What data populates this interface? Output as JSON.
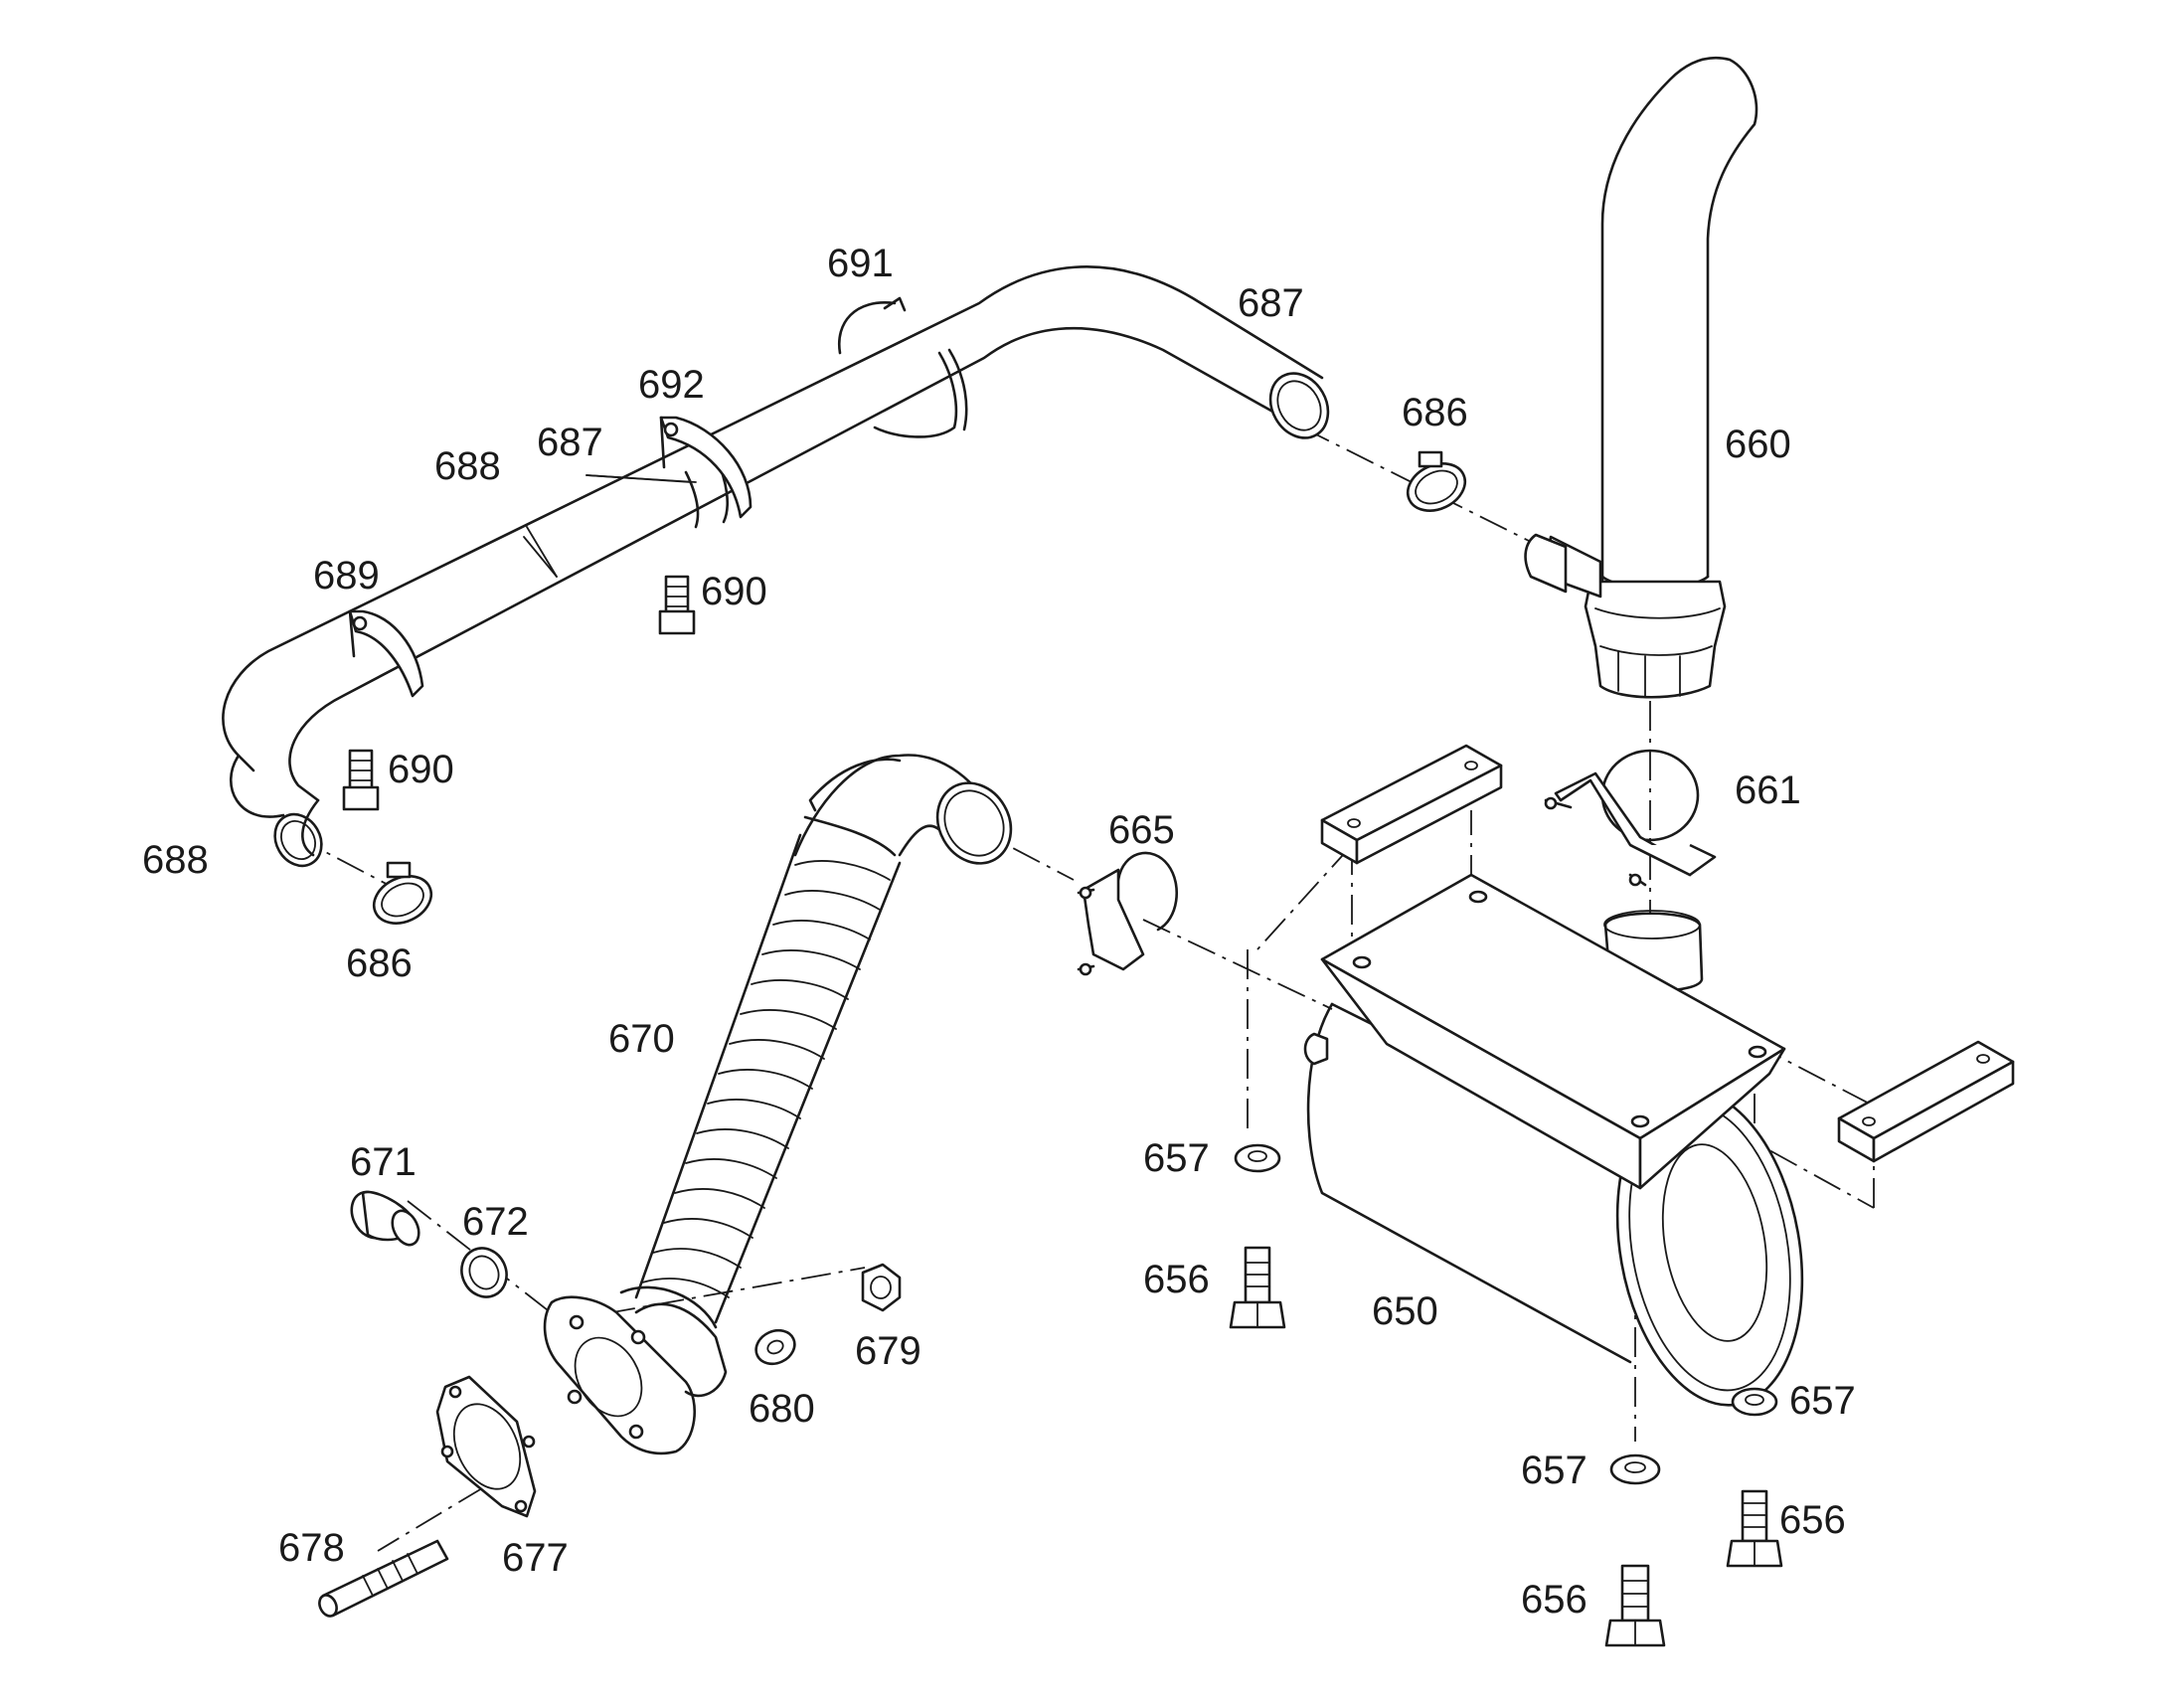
{
  "labels": {
    "l691": "691",
    "l687a": "687",
    "l692": "692",
    "l687b": "687",
    "l688a": "688",
    "l689": "689",
    "l690a": "690",
    "l690b": "690",
    "l688b": "688",
    "l686a": "686",
    "l686b": "686",
    "l660": "660",
    "l661": "661",
    "l665": "665",
    "l670": "670",
    "l671": "671",
    "l672": "672",
    "l679": "679",
    "l680": "680",
    "l677": "677",
    "l678": "678",
    "l657a": "657",
    "l656a": "656",
    "l650": "650",
    "l657b": "657",
    "l657c": "657",
    "l656b": "656",
    "l656c": "656"
  }
}
